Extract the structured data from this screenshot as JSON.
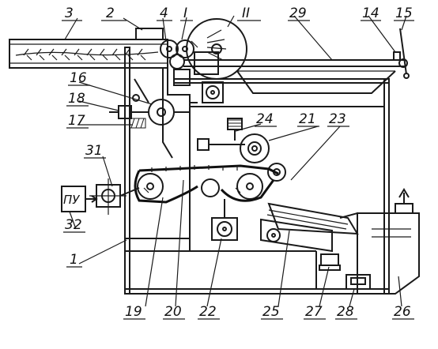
{
  "diagram": {
    "labels": [
      {
        "id": "l3",
        "text": "3"
      },
      {
        "id": "l2",
        "text": "2"
      },
      {
        "id": "l4",
        "text": "4"
      },
      {
        "id": "l1top",
        "text": "I"
      },
      {
        "id": "l11",
        "text": "II"
      },
      {
        "id": "l29",
        "text": "29"
      },
      {
        "id": "l14",
        "text": "14"
      },
      {
        "id": "l15",
        "text": "15"
      },
      {
        "id": "l16",
        "text": "16"
      },
      {
        "id": "l18",
        "text": "18"
      },
      {
        "id": "l17",
        "text": "17"
      },
      {
        "id": "l24",
        "text": "24"
      },
      {
        "id": "l21",
        "text": "21"
      },
      {
        "id": "l23",
        "text": "23"
      },
      {
        "id": "l31",
        "text": "31"
      },
      {
        "id": "l32",
        "text": "32"
      },
      {
        "id": "l1",
        "text": "1"
      },
      {
        "id": "l19",
        "text": "19"
      },
      {
        "id": "l20",
        "text": "20"
      },
      {
        "id": "l22",
        "text": "22"
      },
      {
        "id": "l25",
        "text": "25"
      },
      {
        "id": "l27",
        "text": "27"
      },
      {
        "id": "l28",
        "text": "28"
      },
      {
        "id": "l26",
        "text": "26"
      }
    ],
    "control_unit": {
      "text": "ПУ"
    }
  }
}
